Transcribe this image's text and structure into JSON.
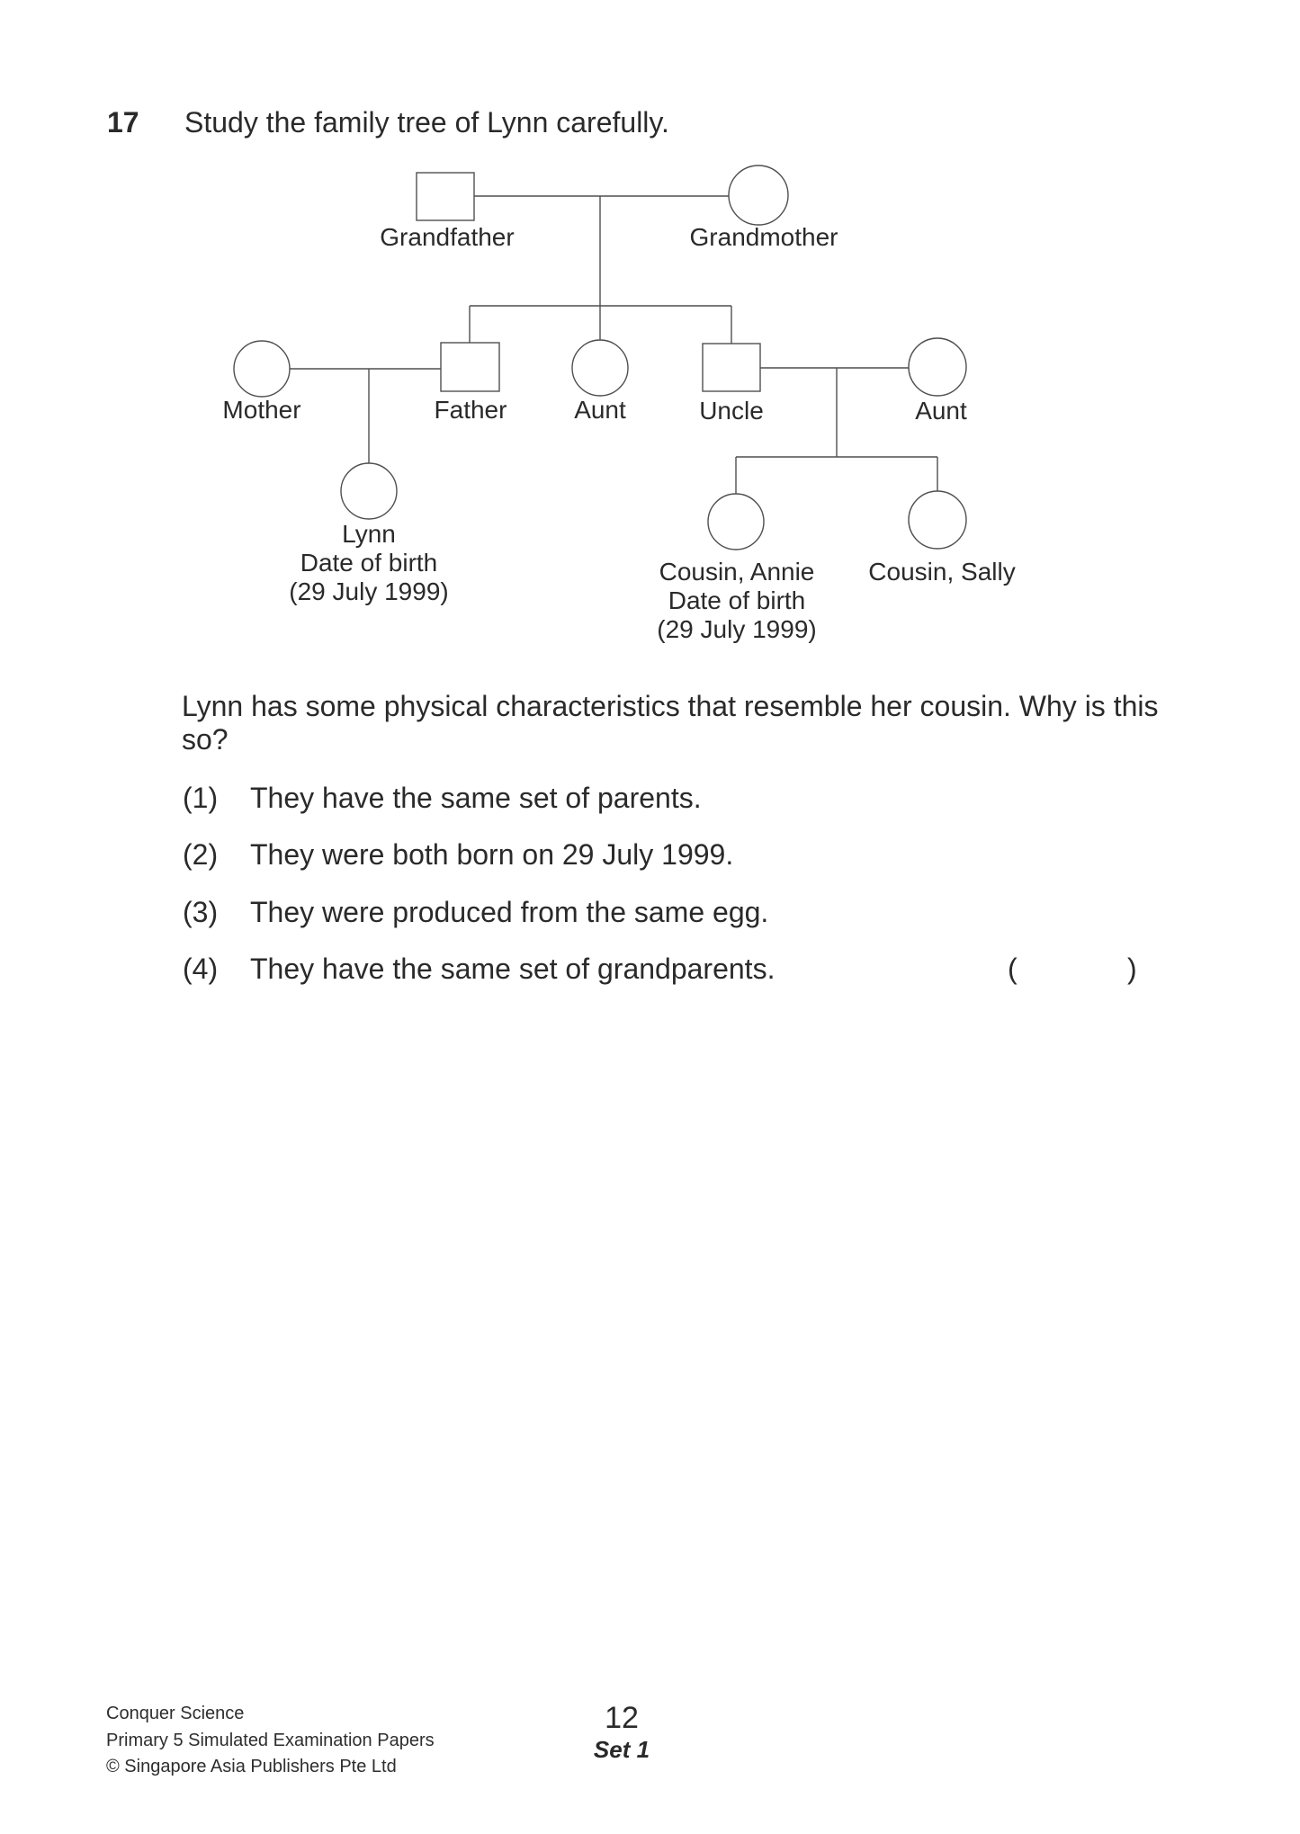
{
  "question": {
    "number": "17",
    "prompt": "Study the family tree of Lynn carefully.",
    "body_lines": [
      "Lynn has some physical characteristics that resemble her cousin. Why is this",
      "so?"
    ],
    "options": [
      {
        "label": "(1)",
        "text": "They have the same set of parents."
      },
      {
        "label": "(2)",
        "text": "They were both born on 29 July 1999."
      },
      {
        "label": "(3)",
        "text": "They were produced from the same egg."
      },
      {
        "label": "(4)",
        "text": "They have the same set of grandparents."
      }
    ],
    "answer_brackets": {
      "open": "(",
      "close": ")"
    }
  },
  "tree": {
    "generation1": {
      "grandfather": "Grandfather",
      "grandmother": "Grandmother"
    },
    "generation2": {
      "mother": "Mother",
      "father": "Father",
      "aunt_middle": "Aunt",
      "uncle": "Uncle",
      "aunt_right": "Aunt"
    },
    "generation3": {
      "lynn": {
        "name": "Lynn",
        "dob_label": "Date of birth",
        "dob": "(29 July 1999)"
      },
      "annie": {
        "name": "Cousin, Annie",
        "dob_label": "Date of birth",
        "dob": "(29 July 1999)"
      },
      "sally": {
        "name": "Cousin, Sally"
      }
    }
  },
  "footer": {
    "publisher_lines": [
      "Conquer Science",
      "Primary 5 Simulated Examination Papers",
      "© Singapore Asia Publishers Pte Ltd"
    ],
    "page_number": "12",
    "set_label": "Set 1"
  },
  "colors": {
    "ink": "#2a2a2a",
    "diagram_line": "#4f4f4f",
    "background": "#ffffff"
  }
}
